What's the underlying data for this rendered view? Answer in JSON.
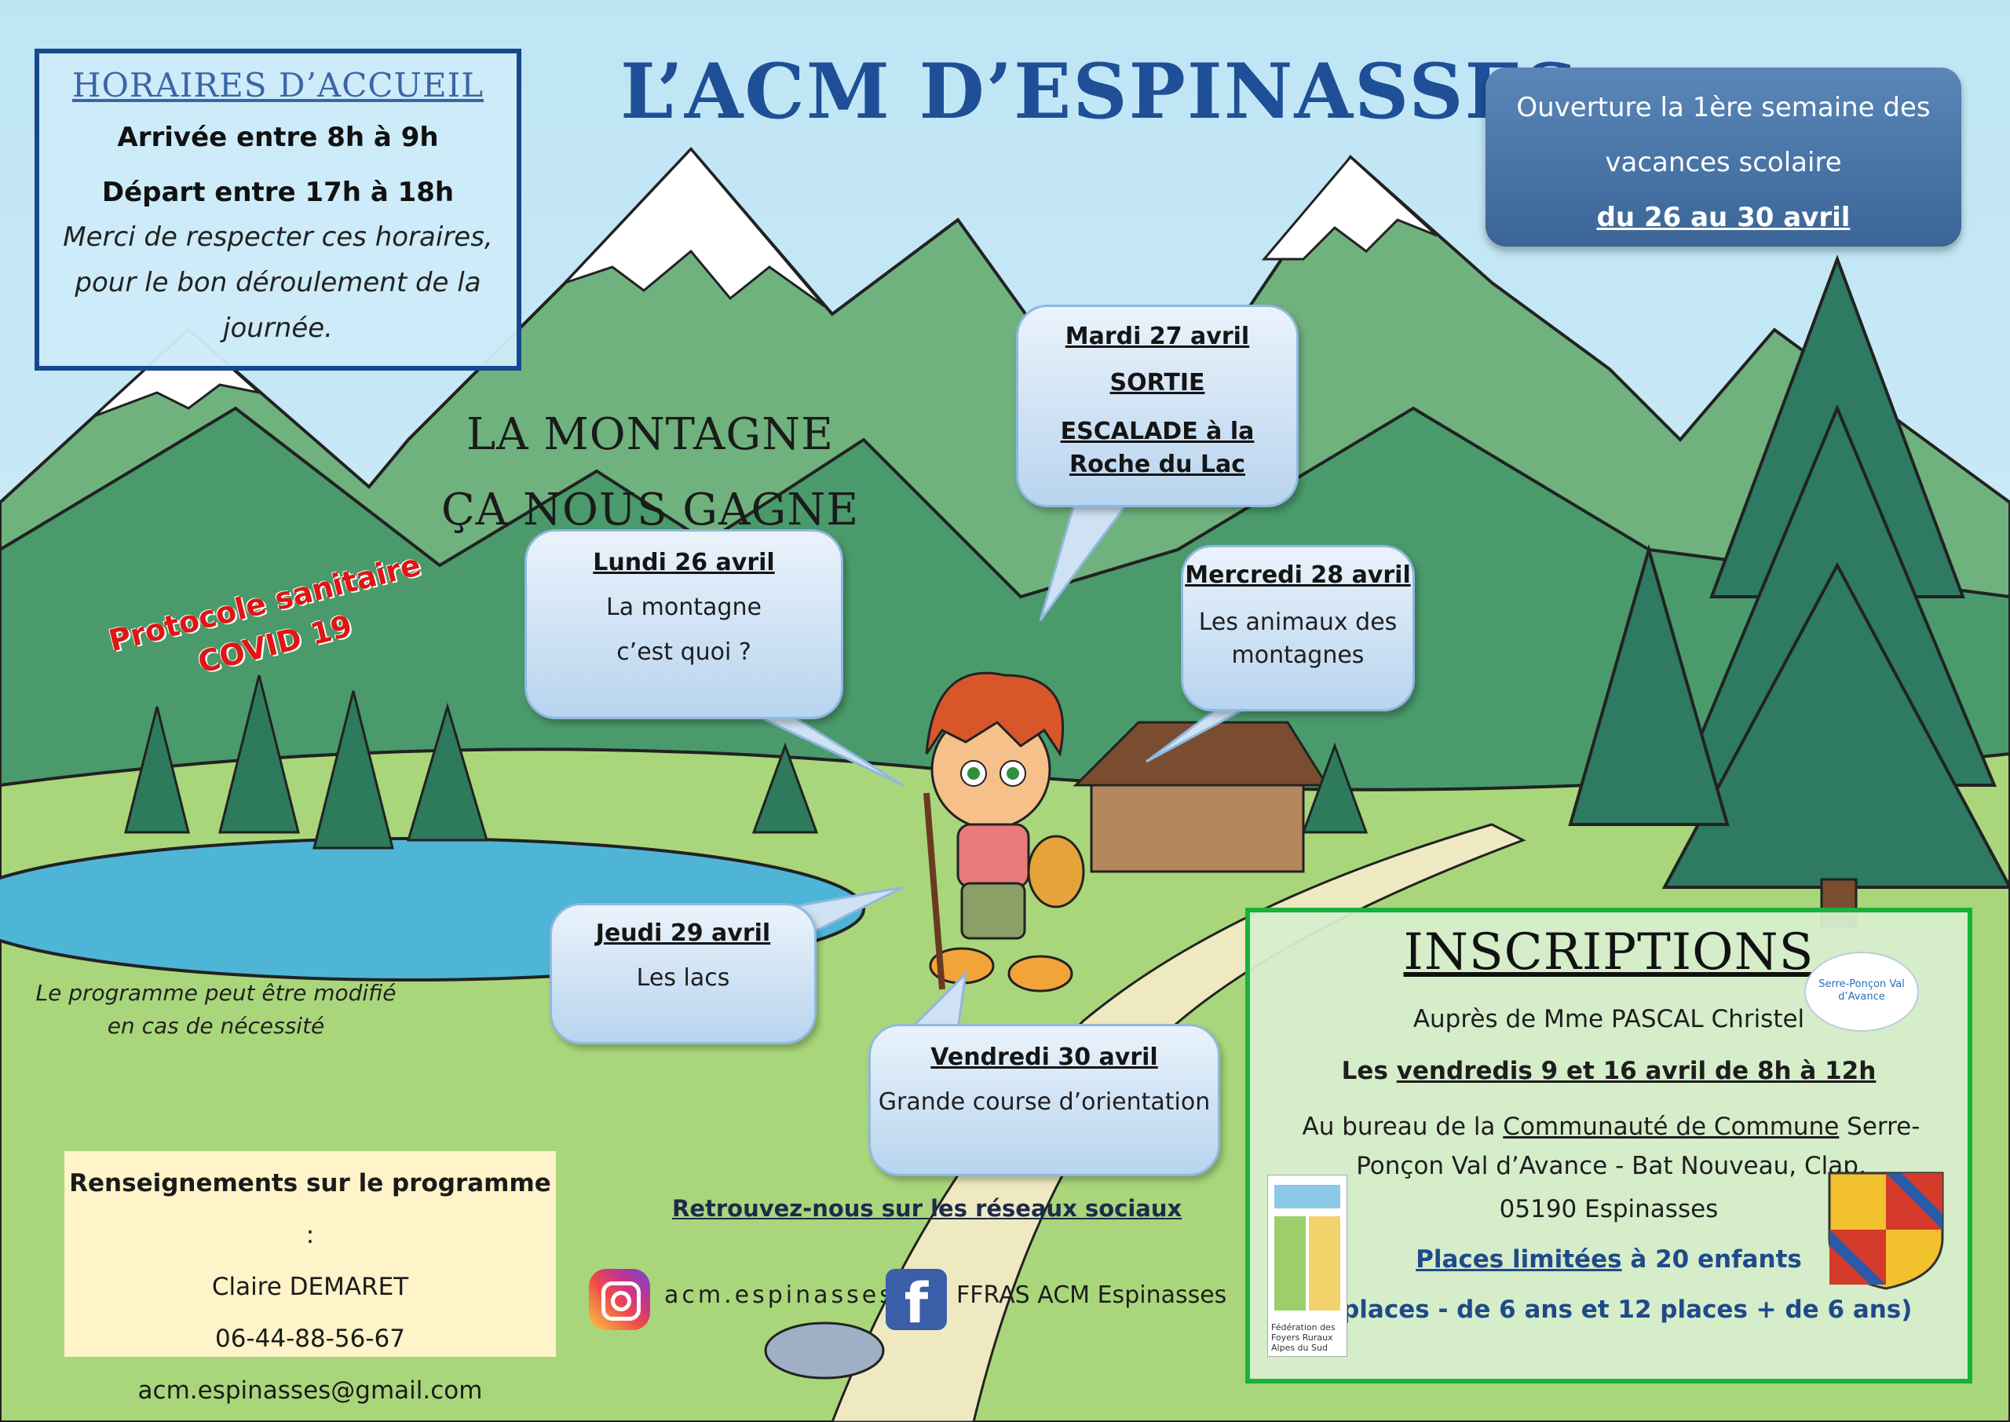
{
  "horaires": {
    "title": "HORAIRES D’ACCUEIL",
    "arrivee": "Arrivée entre 8h à 9h",
    "depart": "Départ entre 17h à 18h",
    "merci": "Merci de respecter ces horaires, pour le bon déroulement de la journée."
  },
  "title": "L’ACM D’ESPINASSES",
  "ouverture": {
    "line1": "Ouverture la 1ère semaine des",
    "line2": "vacances scolaire",
    "dates": "du 26 au 30 avril"
  },
  "slogan": "LA MONTAGNE ÇA NOUS GAGNE !",
  "covid": {
    "line1": "Protocole sanitaire",
    "line2": "COVID 19"
  },
  "bubbles": {
    "lundi": {
      "day": "Lundi  26 avril",
      "l1": "La montagne",
      "l2": "c’est quoi ?"
    },
    "mardi": {
      "day": "Mardi 27 avril",
      "l1": "SORTIE",
      "l2": "ESCALADE à la Roche du Lac"
    },
    "mercredi": {
      "day": "Mercredi 28 avril",
      "l1": "Les animaux des montagnes"
    },
    "jeudi": {
      "day": "Jeudi 29 avril",
      "l1": "Les lacs"
    },
    "vendredi": {
      "day": "Vendredi 30 avril",
      "l1": "Grande course d’orientation"
    }
  },
  "note": "Le programme peut être modifié en cas de nécessité",
  "renseignements": {
    "title": "Renseignements sur le programme",
    "colon": " :",
    "name": "Claire DEMARET",
    "phone": "06-44-88-56-67",
    "email": "acm.espinasses@gmail.com"
  },
  "reseaux": {
    "title": "Retrouvez-nous sur les réseaux sociaux",
    "instagram": "acm.espinasses",
    "facebook": "FFRAS ACM Espinasses"
  },
  "inscriptions": {
    "title": "INSCRIPTIONS",
    "aupres": "Auprès de Mme PASCAL Christel",
    "dates_prefix": "Les ",
    "dates_u": "vendredis 9 et 16 avril de 8h à 12h",
    "bureau_prefix": "Au bureau de la ",
    "bureau_u": "Communauté de Commune",
    "bureau_suffix": " Serre-Ponçon Val d’Avance - Bat Nouveau, Clap,",
    "cp": "05190 Espinasses",
    "places_u": "Places limitées",
    "places_suffix": " à 20 enfants",
    "detail": "(8 places - de 6 ans et 12 places + de 6 ans)"
  },
  "logos": {
    "spv": "Serre-Ponçon Val d’Avance",
    "ffr": "Fédération des Foyers Ruraux Alpes du Sud"
  },
  "colors": {
    "title_blue": "#1f4f96",
    "covid_red": "#e01515",
    "ins_green": "#17b23a"
  },
  "icons": [
    "instagram-icon",
    "facebook-icon"
  ]
}
